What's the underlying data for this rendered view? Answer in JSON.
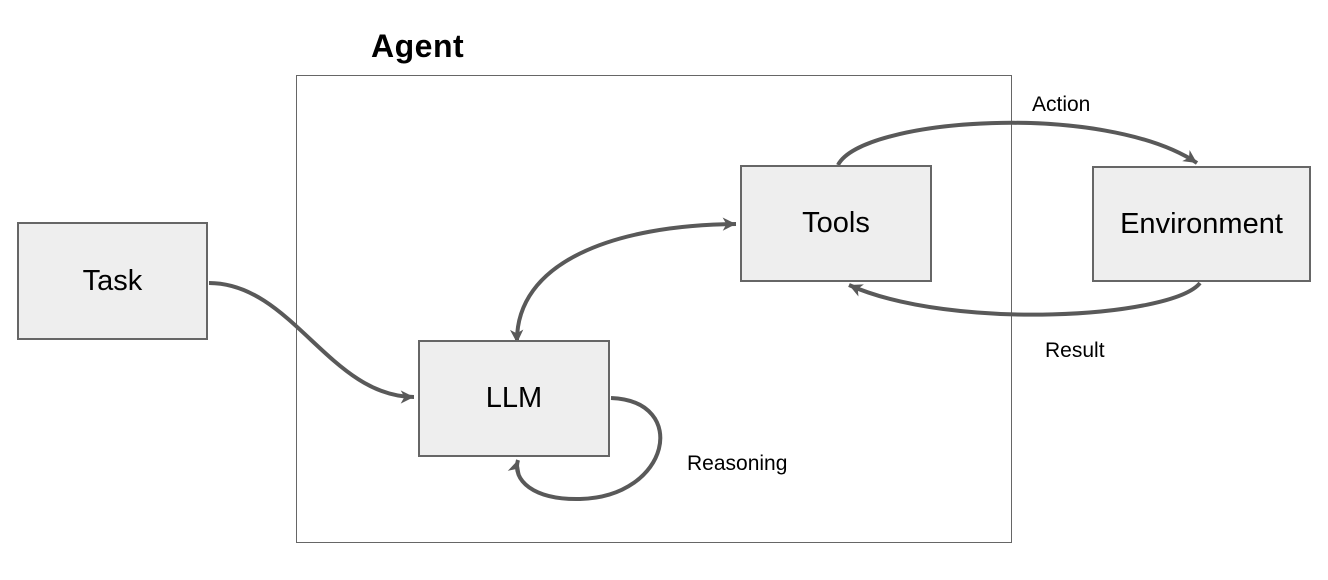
{
  "diagram": {
    "title": "Agent",
    "container": {
      "name": "agent-boundary",
      "label": "Agent"
    },
    "nodes": {
      "task": {
        "label": "Task"
      },
      "llm": {
        "label": "LLM"
      },
      "tools": {
        "label": "Tools"
      },
      "environment": {
        "label": "Environment"
      }
    },
    "edges": {
      "task_to_llm": {
        "from": "Task",
        "to": "LLM",
        "label": ""
      },
      "llm_tools": {
        "from": "LLM",
        "to": "Tools",
        "label": "",
        "bidirectional": true
      },
      "action": {
        "from": "Tools",
        "to": "Environment",
        "label": "Action"
      },
      "result": {
        "from": "Environment",
        "to": "Tools",
        "label": "Result"
      },
      "reasoning": {
        "from": "LLM",
        "to": "LLM",
        "label": "Reasoning",
        "self_loop": true
      }
    },
    "colors": {
      "background": "#ffffff",
      "node_fill": "#eeeeee",
      "node_border": "#666666",
      "container_border": "#666666",
      "edge_stroke": "#595959",
      "text": "#000000"
    }
  }
}
